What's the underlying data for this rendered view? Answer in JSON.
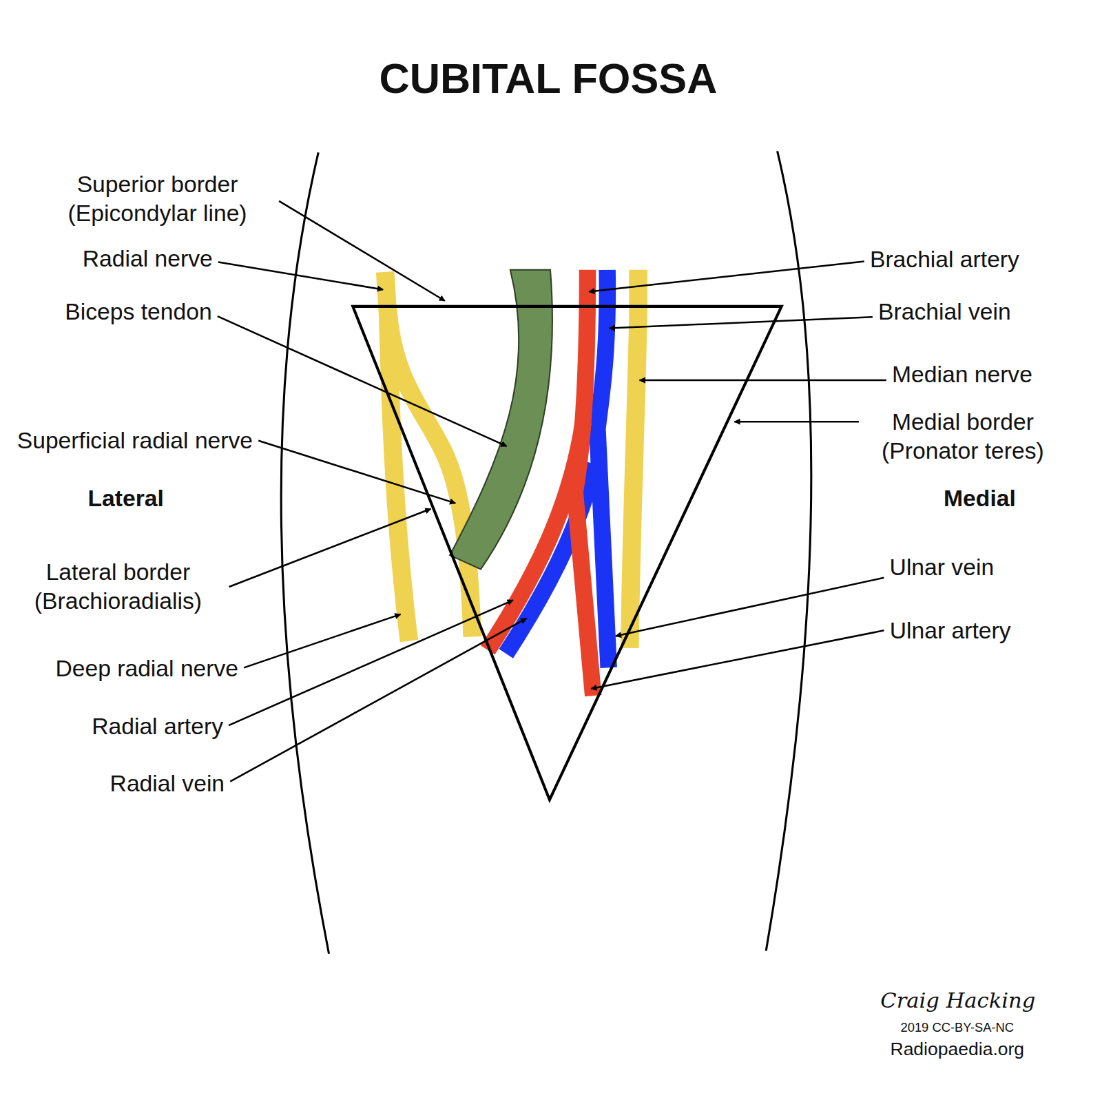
{
  "diagram": {
    "title": "CUBITAL FOSSA",
    "labels": [
      "Superior border (Epicondylar line)",
      "Radial nerve",
      "Biceps tendon",
      "Superficial radial nerve",
      "Lateral",
      "Lateral border (Brachioradialis)",
      "Deep radial nerve",
      "Radial artery",
      "Radial vein",
      "Brachial artery",
      "Brachial vein",
      "Median nerve",
      "Medial border (Pronator teres)",
      "Medial",
      "Ulnar vein",
      "Ulnar artery",
      "Craig Hacking",
      "2019 CC-BY-SA-NC",
      "Radiopaedia.org"
    ]
  }
}
